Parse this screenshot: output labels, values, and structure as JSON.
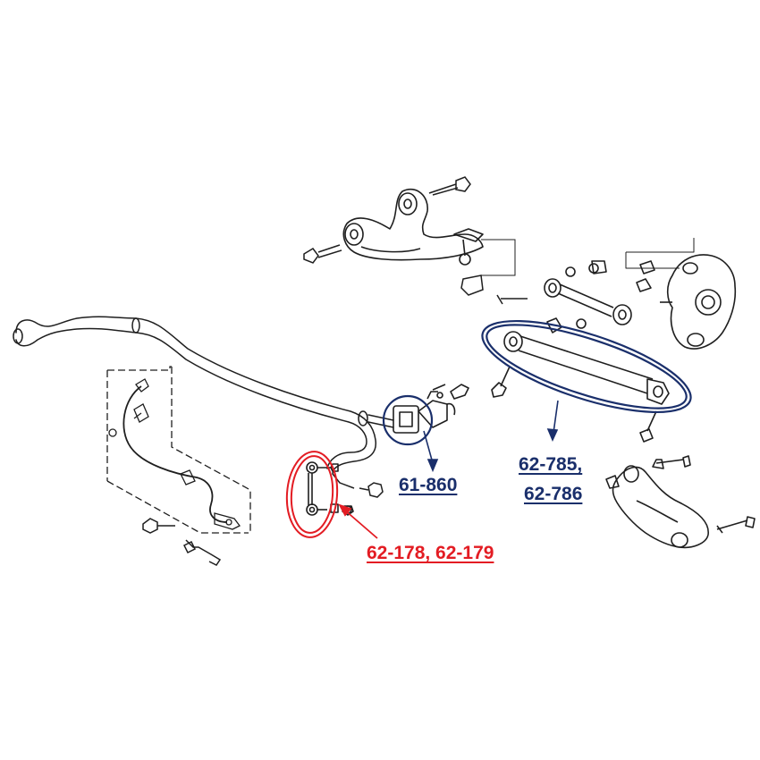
{
  "labels": {
    "bushing": "61-860",
    "stab_link": "62-178, 62-179",
    "lateral_arm_line1": "62-785,",
    "lateral_arm_line2": "62-786"
  },
  "colors": {
    "linework": "#1f1f1f",
    "highlight_navy": "#1a2f6b",
    "highlight_red": "#e31c23",
    "background": "#ffffff"
  }
}
